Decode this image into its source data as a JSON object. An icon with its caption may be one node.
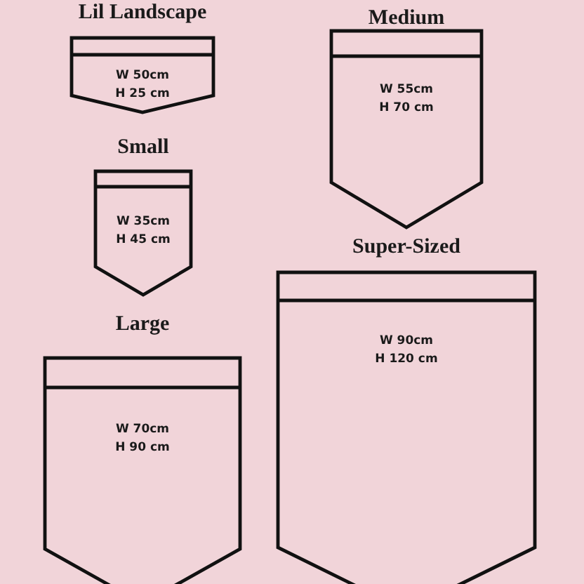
{
  "diagram": {
    "nodes": [
      {
        "text": [
          "Lil Landscape",
          "W 50cm",
          "H 25 cm"
        ]
      },
      {
        "text": [
          "Medium",
          "W 55cm",
          "H 70 cm"
        ]
      },
      {
        "text": [
          "Small",
          "W 35cm",
          "H 45 cm"
        ]
      },
      {
        "text": [
          "Super-Sized",
          "W 90cm",
          "H 120 cm"
        ]
      },
      {
        "text": [
          "Large",
          "W 70cm",
          "H 90 cm"
        ]
      }
    ]
  }
}
